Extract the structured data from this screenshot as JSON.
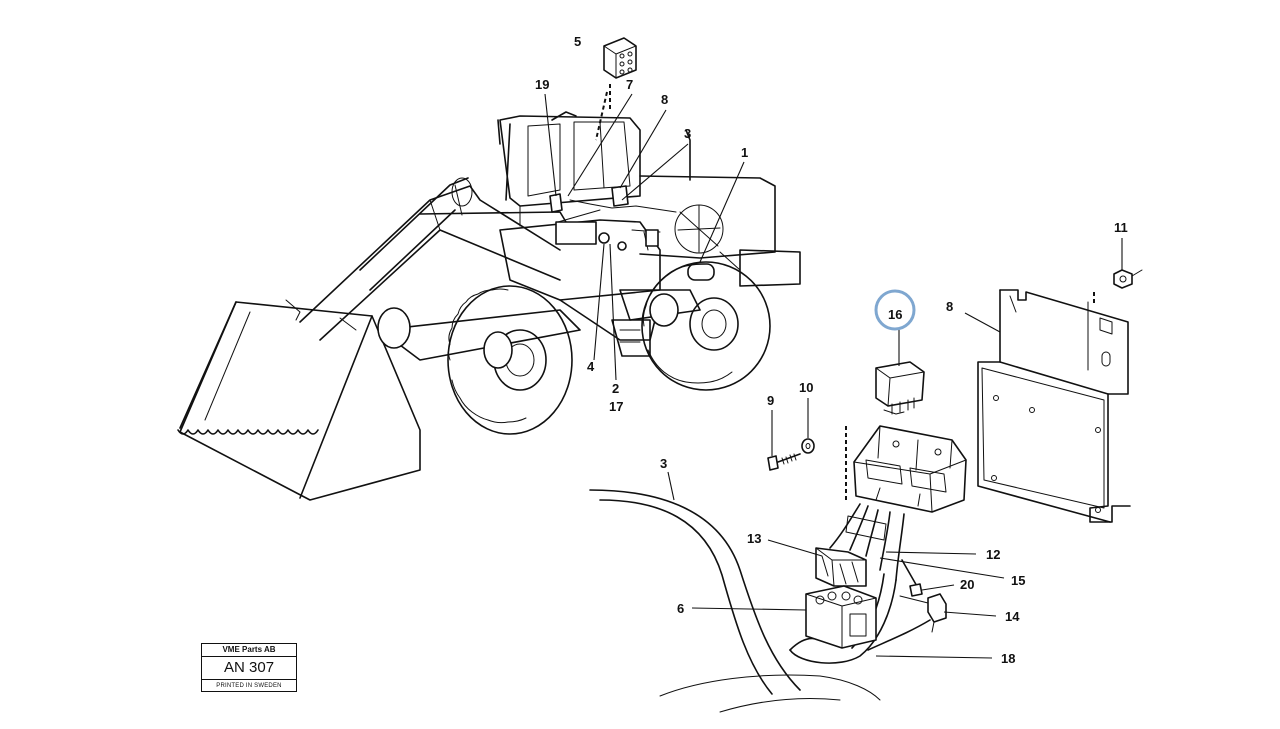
{
  "stamp": {
    "company": "VME Parts AB",
    "code": "AN 307",
    "printed": "PRINTED IN SWEDEN"
  },
  "highlight": {
    "label": "16",
    "color": "#7fa7d0"
  },
  "callouts": {
    "c1": "1",
    "c2": "2",
    "c3a": "3",
    "c3b": "3",
    "c4": "4",
    "c5": "5",
    "c6": "6",
    "c7": "7",
    "c8a": "8",
    "c8b": "8",
    "c9": "9",
    "c10": "10",
    "c11": "11",
    "c12": "12",
    "c13": "13",
    "c14": "14",
    "c15": "15",
    "c16": "16",
    "c17": "17",
    "c18": "18",
    "c19": "19",
    "c20": "20"
  }
}
